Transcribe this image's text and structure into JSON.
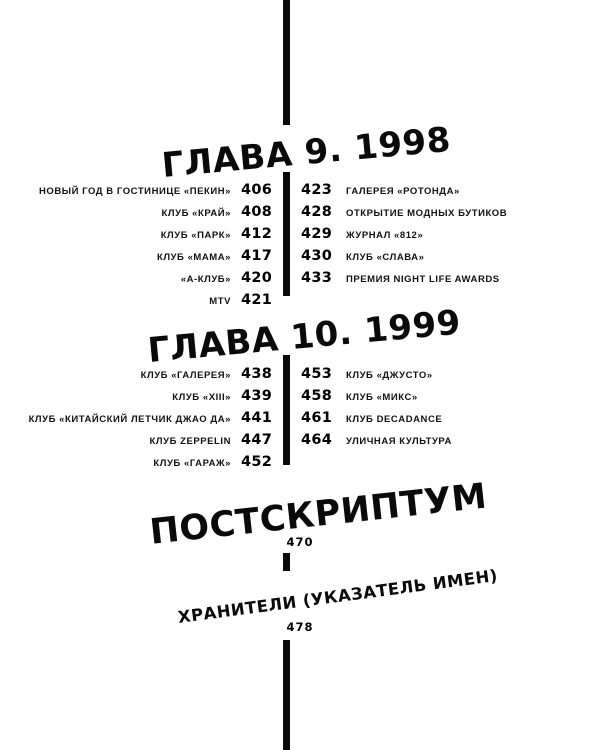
{
  "document": {
    "type": "table-of-contents",
    "language": "ru",
    "background_color": "#ffffff",
    "text_color": "#000000",
    "rule_color": "#0a0a0a"
  },
  "sections": [
    {
      "id": "chapter-9",
      "heading": "ГЛАВА 9. 1998",
      "left_entries": [
        {
          "label": "НОВЫЙ ГОД В ГОСТИНИЦЕ «ПЕКИН»",
          "page": "406"
        },
        {
          "label": "КЛУБ «КРАЙ»",
          "page": "408"
        },
        {
          "label": "КЛУБ «ПАРК»",
          "page": "412"
        },
        {
          "label": "КЛУБ «МАМА»",
          "page": "417"
        },
        {
          "label": "«А-КЛУБ»",
          "page": "420"
        },
        {
          "label": "MTV",
          "page": "421"
        }
      ],
      "right_entries": [
        {
          "page": "423",
          "label": "ГАЛЕРЕЯ «РОТОНДА»"
        },
        {
          "page": "428",
          "label": "ОТКРЫТИЕ МОДНЫХ БУТИКОВ"
        },
        {
          "page": "429",
          "label": "ЖУРНАЛ «812»"
        },
        {
          "page": "430",
          "label": "КЛУБ «СЛАВА»"
        },
        {
          "page": "433",
          "label": "ПРЕМИЯ NIGHT LIFE AWARDS"
        }
      ]
    },
    {
      "id": "chapter-10",
      "heading": "ГЛАВА 10. 1999",
      "left_entries": [
        {
          "label": "КЛУБ «ГАЛЕРЕЯ»",
          "page": "438"
        },
        {
          "label": "КЛУБ «XIII»",
          "page": "439"
        },
        {
          "label": "КЛУБ «КИТАЙСКИЙ ЛЕТЧИК ДЖАО ДА»",
          "page": "441"
        },
        {
          "label": "КЛУБ ZEPPELIN",
          "page": "447"
        },
        {
          "label": "КЛУБ «ГАРАЖ»",
          "page": "452"
        }
      ],
      "right_entries": [
        {
          "page": "453",
          "label": "КЛУБ «ДЖУСТО»"
        },
        {
          "page": "458",
          "label": "КЛУБ «МИКС»"
        },
        {
          "page": "461",
          "label": "КЛУБ DECADANCE"
        },
        {
          "page": "464",
          "label": "УЛИЧНАЯ КУЛЬТУРА"
        }
      ]
    }
  ],
  "postscript": {
    "heading": "ПОСТСКРИПТУМ",
    "page": "470"
  },
  "guardians": {
    "heading": "ХРАНИТЕЛИ (УКАЗАТЕЛЬ ИМЕН)",
    "page": "478"
  }
}
